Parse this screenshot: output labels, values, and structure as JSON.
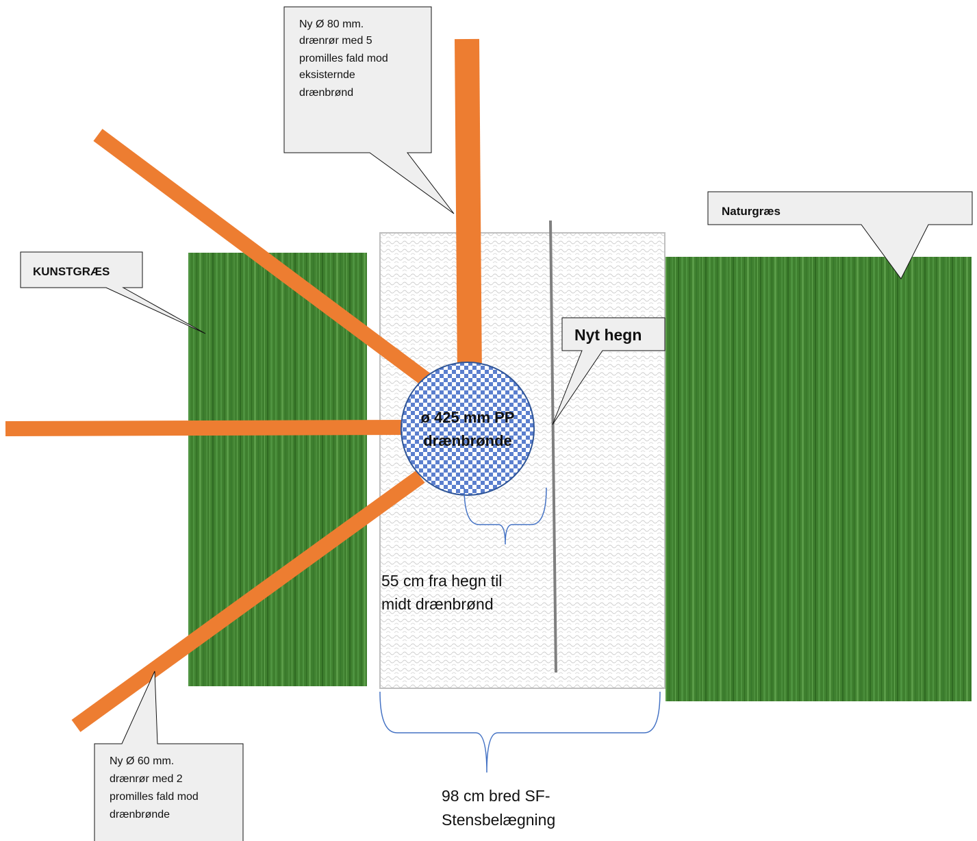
{
  "colors": {
    "grass_dark": "#3e7e2e",
    "grass_light": "#5a9c48",
    "pipe": "#ed7d31",
    "fence": "#7f7f7f",
    "well_check_a": "#4472c4",
    "well_check_b": "#ffffff",
    "callout_fill": "#efefef",
    "brace": "#4472c4",
    "paving_border": "#bfbfbf"
  },
  "labels": {
    "kunstgraes": "KUNSTGRÆS",
    "naturgraes": "Naturgræs",
    "nyt_hegn": "Nyt hegn",
    "well_line1": "ø 425 mm PP",
    "well_line2": "drænbrønde",
    "pipe80": [
      "Ny  Ø 80 mm.",
      "drænrør med 5",
      "promilles fald mod",
      "eksisternde",
      "drænbrønd"
    ],
    "pipe60": [
      "Ny  Ø 60 mm.",
      "drænrør med 2",
      "promilles fald mod",
      "drænbrønde"
    ],
    "dist_fence": [
      "55 cm fra hegn til",
      "midt drænbrønd"
    ],
    "paving_width": [
      "98 cm bred SF-",
      "Stensbelægning"
    ]
  },
  "icons": {
    "pipes": "orange-pipe",
    "well": "checkered-circle",
    "fence": "gray-line",
    "braces": "curly-brace"
  }
}
